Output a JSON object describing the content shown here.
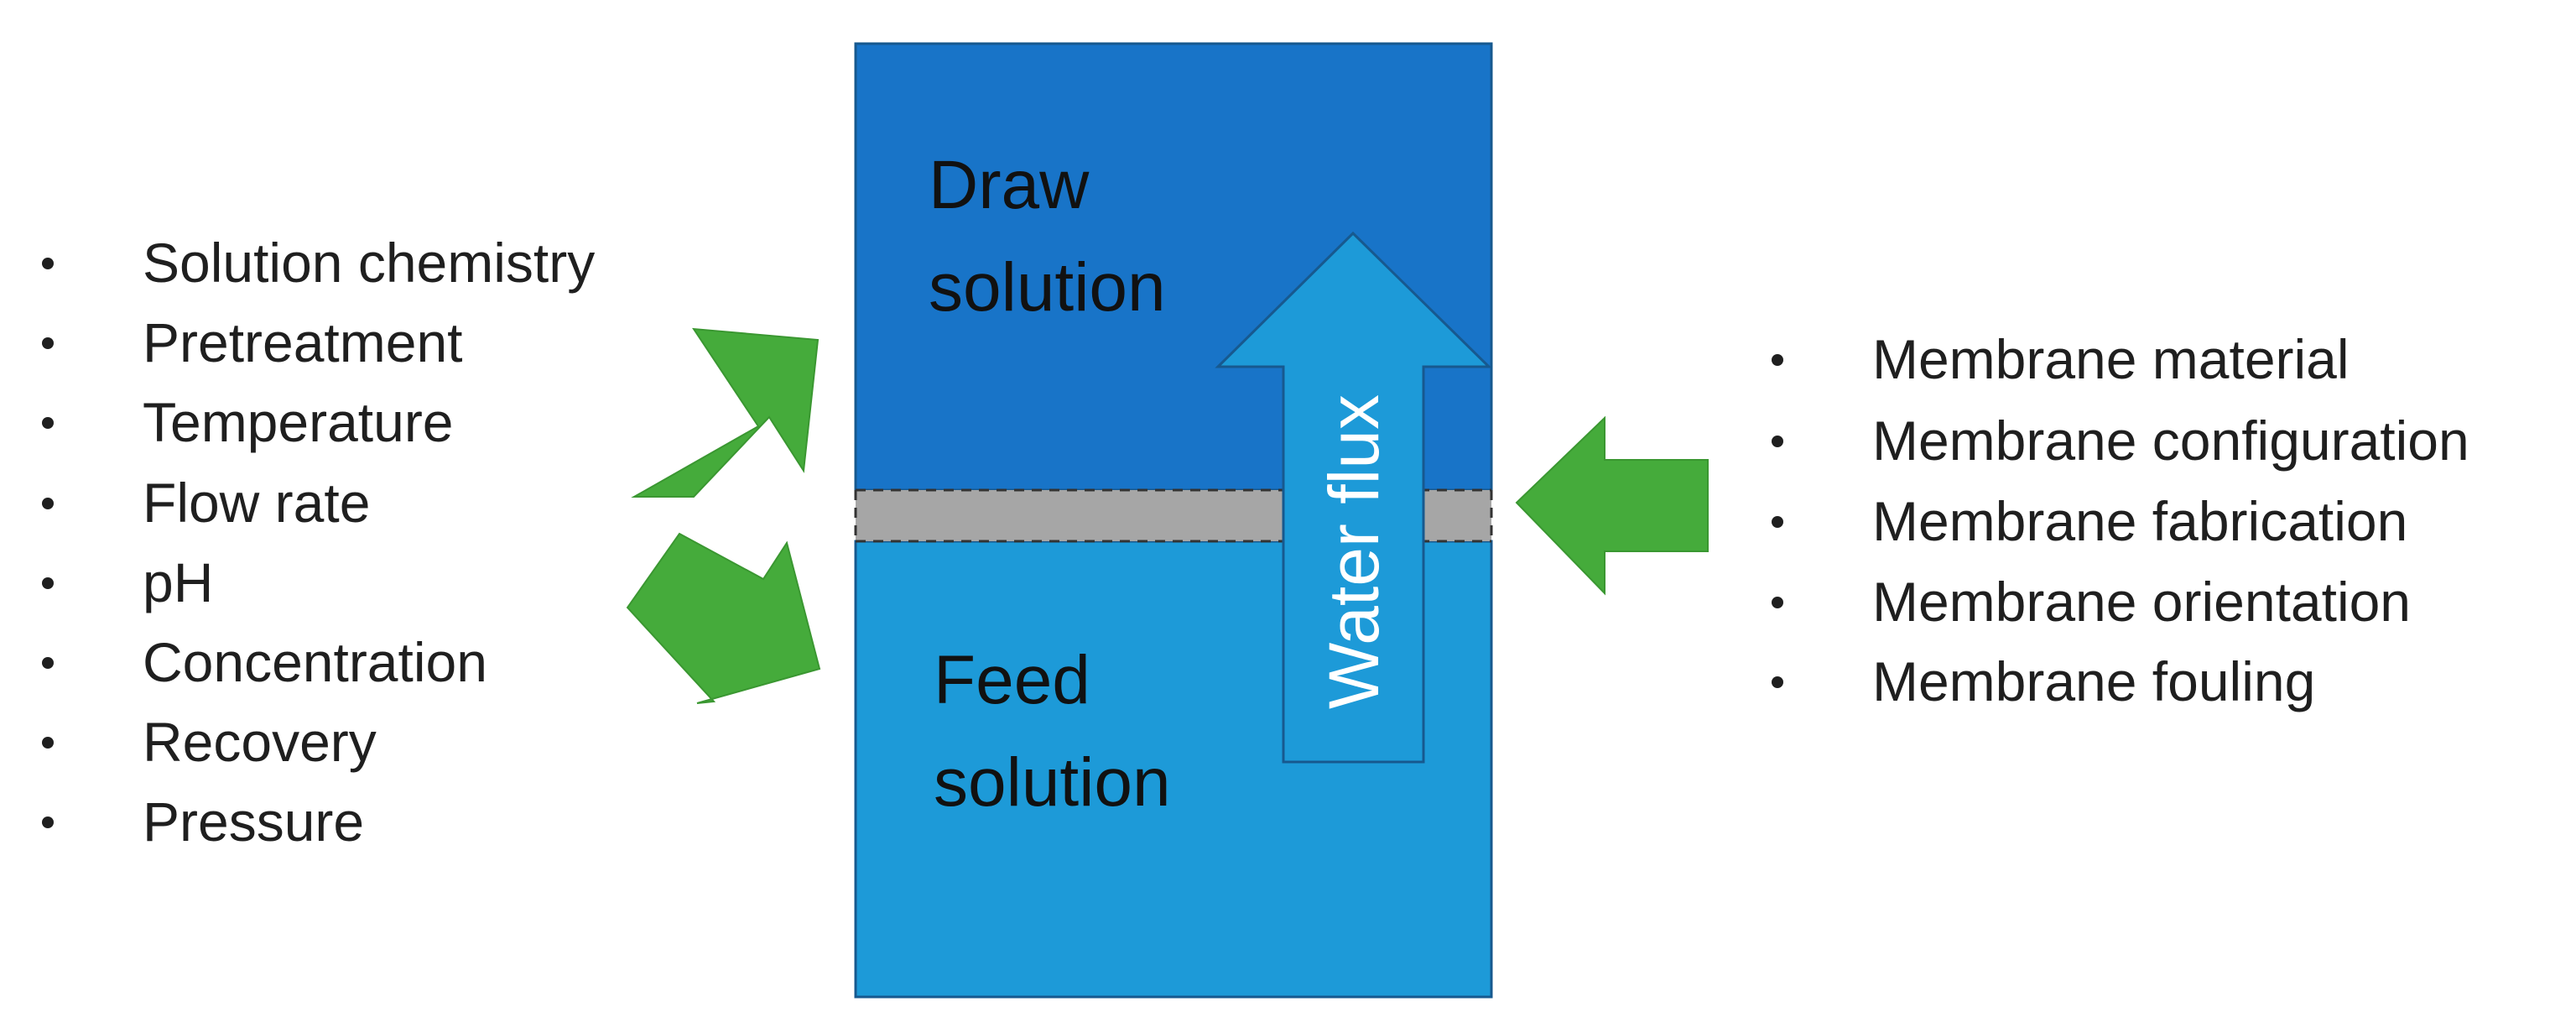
{
  "left_factors": {
    "items": [
      "Solution chemistry",
      "Pretreatment",
      "Temperature",
      "Flow rate",
      "pH",
      "Concentration",
      "Recovery",
      "Pressure"
    ]
  },
  "right_factors": {
    "items": [
      "Membrane material",
      "Membrane configuration",
      "Membrane fabrication",
      "Membrane orientation",
      "Membrane fouling"
    ]
  },
  "cell": {
    "draw_line1": "Draw",
    "draw_line2": "solution",
    "feed_line1": "Feed",
    "feed_line2": "solution",
    "flux_label": "Water flux"
  },
  "colors": {
    "draw_solution": "#1874c8",
    "feed_solution": "#1d9ad8",
    "membrane": "#a6a6a6",
    "flux_arrow": "#1d9ad8",
    "green_arrow": "#45ab3b"
  }
}
